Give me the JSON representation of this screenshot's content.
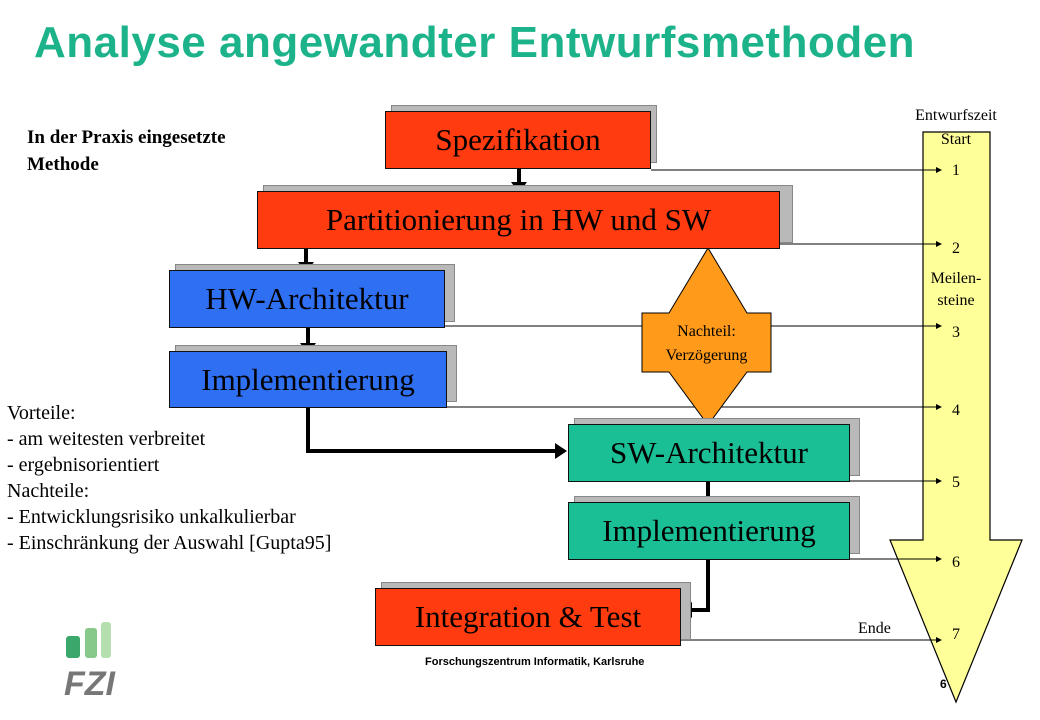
{
  "title": "Analyse angewandter Entwurfsmethoden",
  "praxis": [
    "In der Praxis eingesetzte",
    "Methode"
  ],
  "boxes": {
    "spezifikation": "Spezifikation",
    "partitionierung": "Partitionierung in  HW und  SW",
    "hw_architektur": "HW-Architektur",
    "hw_implementierung": "Implementierung",
    "sw_architektur": "SW-Architektur",
    "sw_implementierung": "Implementierung",
    "integration": "Integration  & Test"
  },
  "nachteil_arrow": [
    "Nachteil:",
    "Verzögerung"
  ],
  "lists": {
    "lines": [
      "Vorteile:",
      "- am weitesten verbreitet",
      "- ergebnisorientiert",
      "Nachteile:",
      "- Entwicklungsrisiko unkalkulierbar",
      "- Einschränkung der Auswahl [Gupta95]"
    ]
  },
  "timeline": {
    "title": "Entwurfszeit",
    "start": "Start",
    "milestone_label": [
      "Meilen-",
      "steine"
    ],
    "end": "Ende",
    "milestones": [
      "1",
      "2",
      "3",
      "4",
      "5",
      "6",
      "7"
    ]
  },
  "colors": {
    "title": "#1db38a",
    "red_box": "#ff3b0f",
    "blue_box": "#2f6ff2",
    "green_box": "#1bbf96",
    "orange_arrow": "#ff9a1a",
    "time_arrow": "#ffff99"
  },
  "footer": "Forschungszentrum Informatik, Karlsruhe",
  "page_number": "6",
  "logo_text": "FZI"
}
